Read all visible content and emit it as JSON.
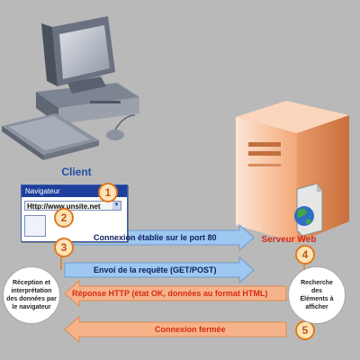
{
  "client": {
    "label": "Client"
  },
  "server": {
    "label": "Serveur Web"
  },
  "browser": {
    "title": "Navigateur",
    "url": "Http://www.unsite.net"
  },
  "steps": [
    {
      "number": "1"
    },
    {
      "number": "2",
      "label": "Connexion établie sur le port 80"
    },
    {
      "number": "3",
      "label": "Envoi de la requête (GET/POST)"
    },
    {
      "number": "4",
      "label": "Réponse HTTP (état OK, données au format HTML)"
    },
    {
      "number": "5",
      "label": "Connexion fermée"
    }
  ],
  "client_note": "Réception et\ninterprétation\ndes données par\nle navigateur",
  "server_note": "Recherche\ndes\nÉléments à\nafficher",
  "colors": {
    "request_arrow": "#9ec8f2",
    "response_arrow": "#f6b38a",
    "accent_orange": "#e07a1f",
    "client_blue": "#1f4fa8",
    "server_red": "#d62b13",
    "background": "#b9b9b9"
  },
  "icons": [
    "computer-icon",
    "keyboard-icon",
    "server-icon",
    "globe-icon",
    "document-icon",
    "mouse-icon"
  ]
}
